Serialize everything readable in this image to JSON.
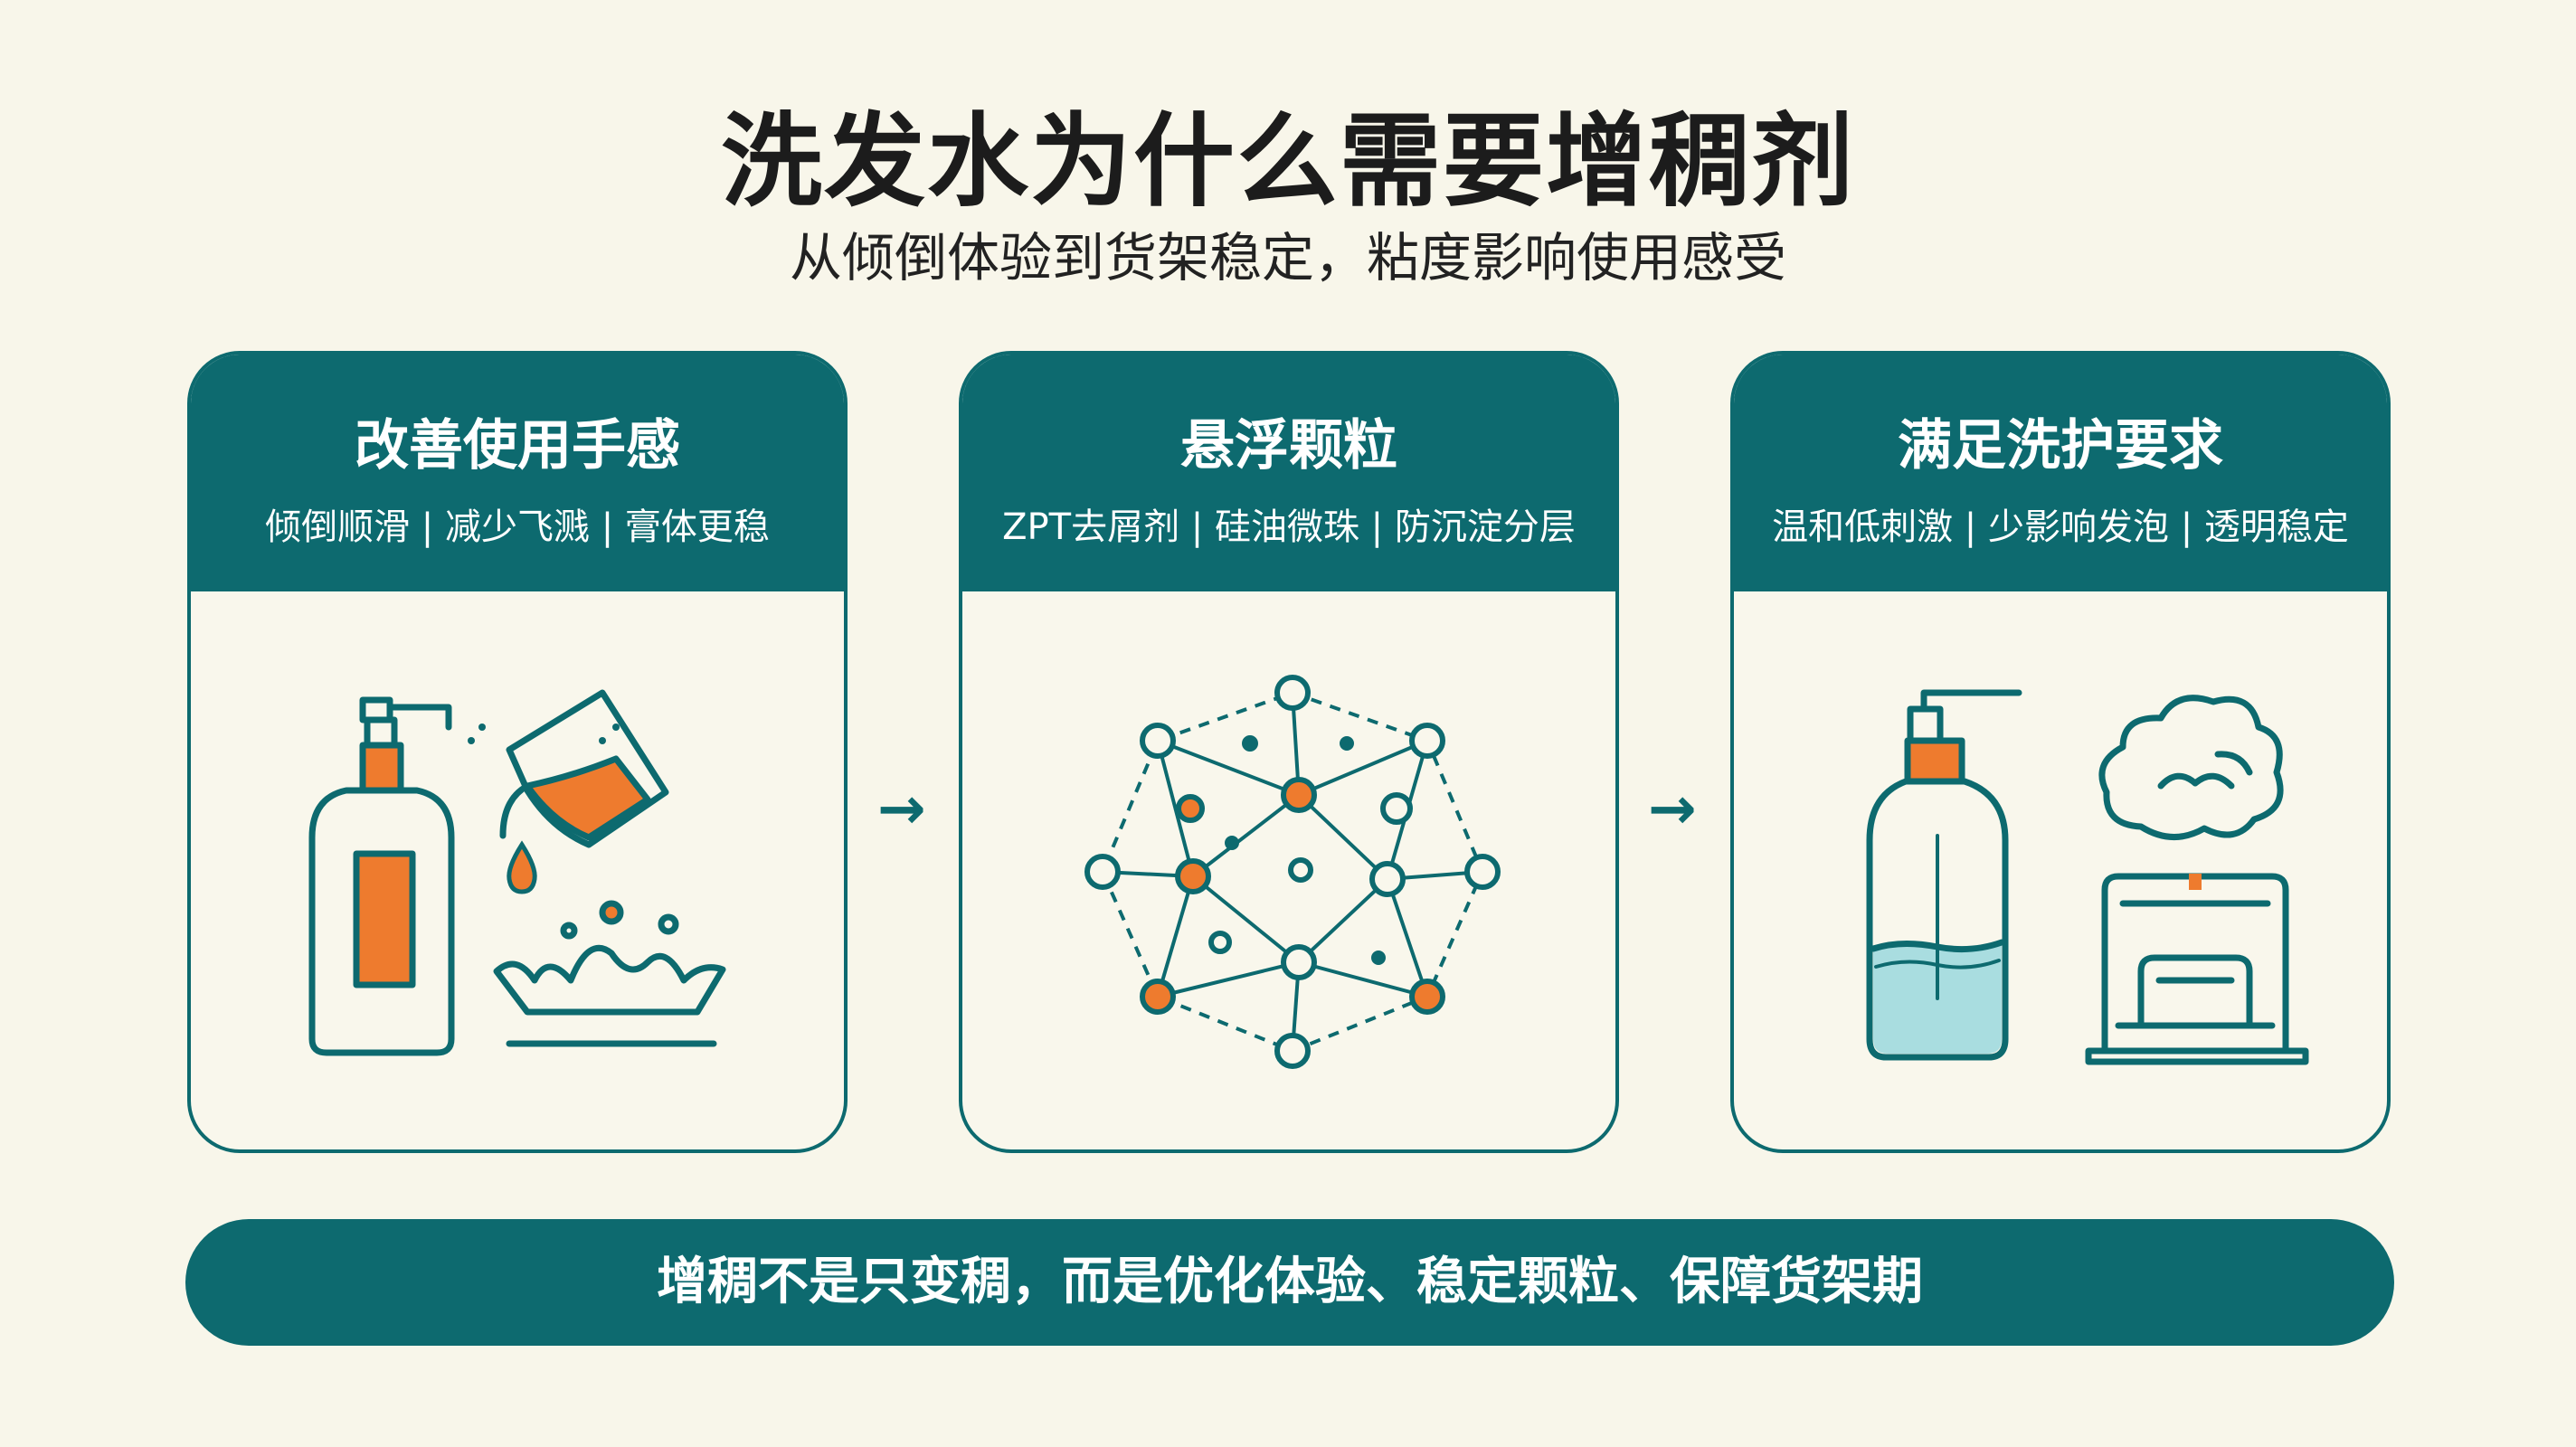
{
  "header": {
    "title": "洗发水为什么需要增稠剂",
    "subtitle": "从倾倒体验到货架稳定，粘度影响使用感受"
  },
  "cards": [
    {
      "title": "改善使用手感",
      "tags": "倾倒顺滑 | 减少飞溅 | 膏体更稳"
    },
    {
      "title": "悬浮颗粒",
      "tags": "ZPT去屑剂 | 硅油微珠 | 防沉淀分层"
    },
    {
      "title": "满足洗护要求",
      "tags": "温和低刺激 | 少影响发泡 | 透明稳定"
    }
  ],
  "arrows": [
    "→",
    "→"
  ],
  "banner": {
    "text": "增稠不是只变稠，而是优化体验、稳定颗粒、保障货架期"
  },
  "colors": {
    "teal": "#0d6a6f",
    "orange": "#ee7b2e",
    "light_blue": "#a9dde0",
    "background": "#f8f6ea"
  },
  "icons": [
    "pump-bottle-icon",
    "pouring-beaker-icon",
    "droplet-icon",
    "splash-icon",
    "particle-network-icon",
    "bottle-with-liquid-icon",
    "foam-cloud-icon",
    "storage-box-icon"
  ]
}
